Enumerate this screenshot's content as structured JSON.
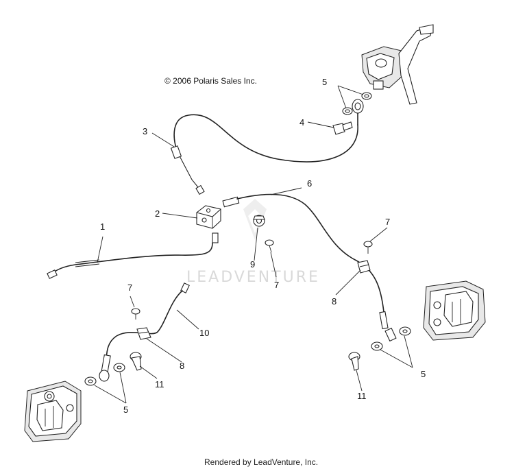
{
  "copyright": "© 2006 Polaris Sales Inc.",
  "footer": "Rendered by LeadVenture, Inc.",
  "watermark": "LEADVENTURE",
  "callouts": {
    "c1": "1",
    "c2": "2",
    "c3": "3",
    "c4": "4",
    "c5_top": "5",
    "c5_right": "5",
    "c5_left": "5",
    "c6": "6",
    "c7_left": "7",
    "c7_center": "7",
    "c7_right": "7",
    "c8_left": "8",
    "c8_right": "8",
    "c9": "9",
    "c10": "10",
    "c11_left": "11",
    "c11_right": "11"
  }
}
